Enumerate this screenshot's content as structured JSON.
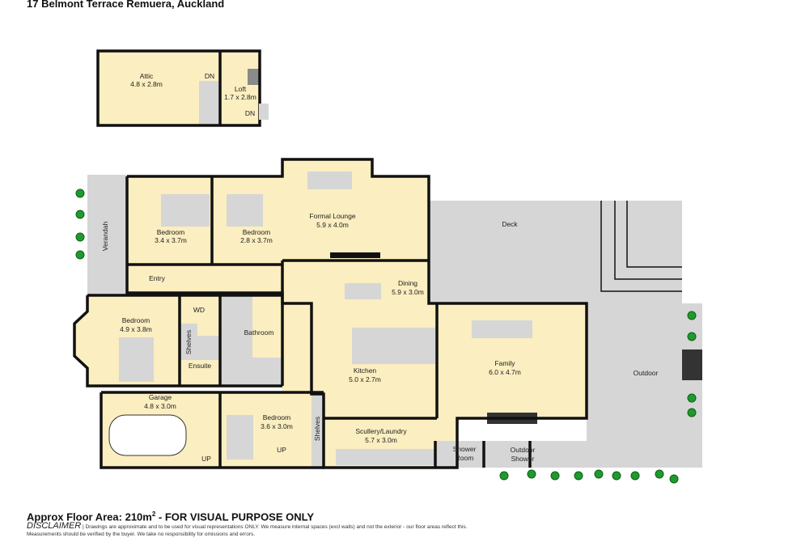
{
  "title": "17 Belmont Terrace Remuera, Auckland",
  "rooms": {
    "attic": {
      "name": "Attic",
      "size": "4.8 x 2.8m"
    },
    "loft": {
      "name": "Loft",
      "size": "1.7 x 2.8m"
    },
    "verandah": {
      "name": "Verandah"
    },
    "bedroom1": {
      "name": "Bedroom",
      "size": "3.4 x 3.7m"
    },
    "bedroom2": {
      "name": "Bedroom",
      "size": "2.8 x 3.7m"
    },
    "formal_lounge": {
      "name": "Formal Lounge",
      "size": "5.9 x 4.0m"
    },
    "deck": {
      "name": "Deck"
    },
    "entry": {
      "name": "Entry"
    },
    "dining": {
      "name": "Dining",
      "size": "5.9 x 3.0m"
    },
    "bedroom3": {
      "name": "Bedroom",
      "size": "4.9 x 3.8m"
    },
    "wd": {
      "name": "WD"
    },
    "shelves": {
      "name": "Shelves"
    },
    "ensuite": {
      "name": "Ensuite"
    },
    "bathroom": {
      "name": "Bathroom"
    },
    "kitchen": {
      "name": "Kitchen",
      "size": "5.0 x 2.7m"
    },
    "family": {
      "name": "Family",
      "size": "6.0 x 4.7m"
    },
    "outdoor": {
      "name": "Outdoor"
    },
    "garage": {
      "name": "Garage",
      "size": "4.8 x 3.0m"
    },
    "bedroom4": {
      "name": "Bedroom",
      "size": "3.6 x 3.0m"
    },
    "shelves2": {
      "name": "Shelves"
    },
    "scullery": {
      "name": "Scullery/Laundry",
      "size": "5.7 x 3.0m"
    },
    "shower_room": {
      "name": "Shower",
      "name2": "Room"
    },
    "outdoor_shower": {
      "name": "Outdoor",
      "name2": "Shower"
    }
  },
  "stairs": {
    "dn": "DN",
    "up": "UP"
  },
  "footer": {
    "area_prefix": "Approx Floor Area: 210m",
    "area_sup": "2",
    "area_suffix": " - FOR VISUAL PURPOSE ONLY",
    "disclaimer_label": "DISCLAIMER",
    "disclaimer_text": " | Drawings are approximate and to be used for visual representations ONLY. We measure internal spaces (excl walls) and not the exterior - our floor areas reflect this.",
    "disclaimer_line2": "Measurements should be verified by the buyer. We take no responsibility for omissions and errors."
  },
  "colors": {
    "room": "#fbeec0",
    "outdoor": "#d6d6d6",
    "wall": "#111111",
    "tree": "#1f9a2e"
  }
}
